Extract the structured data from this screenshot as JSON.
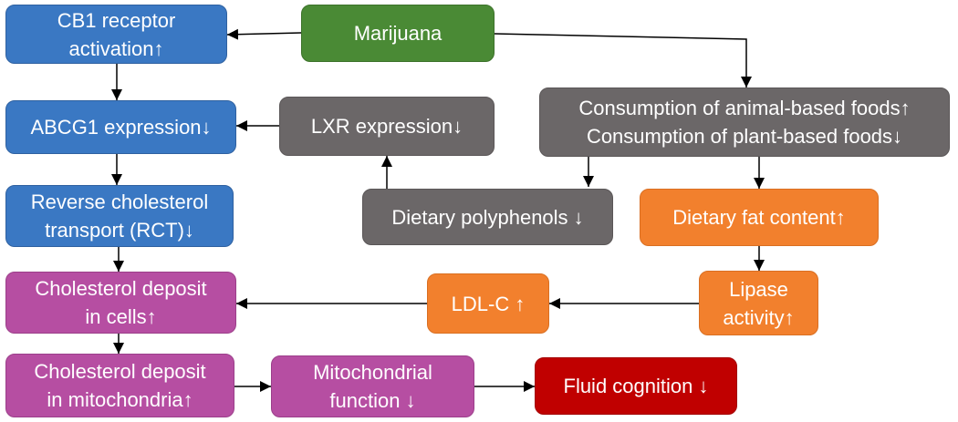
{
  "nodes": {
    "marijuana": "Marijuana",
    "cb1": "CB1 receptor\nactivation↑",
    "abcg1": "ABCG1 expression↓",
    "lxr": "LXR expression↓",
    "consumption": "Consumption of animal-based foods↑\nConsumption of plant-based foods↓",
    "rct": "Reverse cholesterol\ntransport (RCT)↓",
    "polyphenols": "Dietary polyphenols ↓",
    "dietary_fat": "Dietary fat content↑",
    "cholesterol_cells": "Cholesterol deposit\nin cells↑",
    "ldl": "LDL-C ↑",
    "lipase": "Lipase\nactivity↑",
    "cholesterol_mito": "Cholesterol deposit\nin mitochondria↑",
    "mito_function": "Mitochondrial\nfunction ↓",
    "fluid_cognition": "Fluid cognition ↓"
  },
  "colors": {
    "blue": "#3a78c3",
    "green": "#4a8a35",
    "gray": "#6b6768",
    "orange": "#f2802d",
    "pink": "#b64ea2",
    "red": "#c00000"
  }
}
